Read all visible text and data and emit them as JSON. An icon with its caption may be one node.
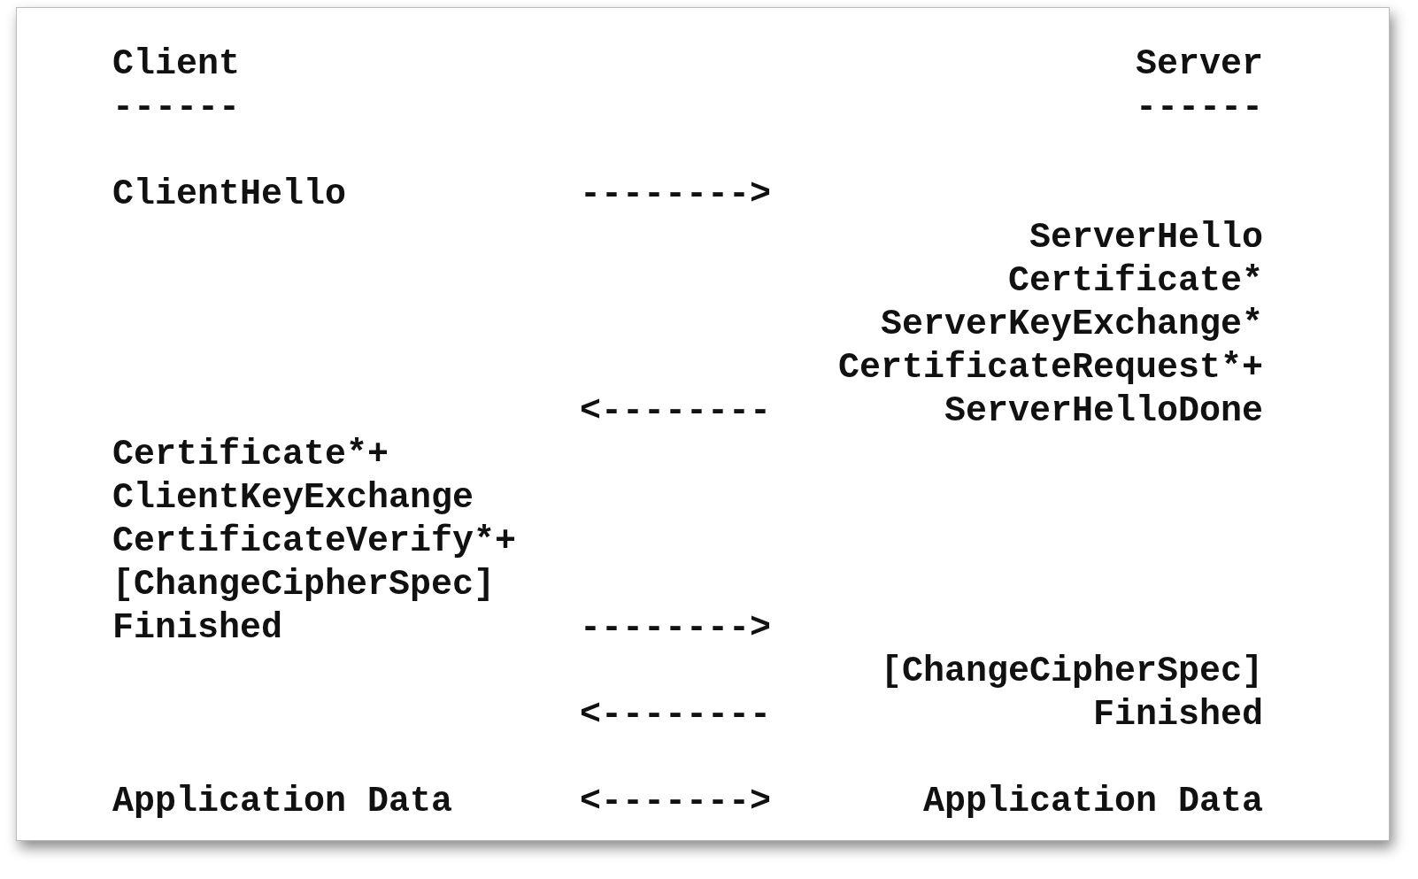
{
  "diagram": {
    "labels": [
      "Client",
      "Server",
      "------",
      "------",
      "ClientHello",
      "-------->",
      "ServerHello",
      "Certificate*",
      "ServerKeyExchange*",
      "CertificateRequest*+",
      "<--------",
      "ServerHelloDone",
      "Certificate*+",
      "ClientKeyExchange",
      "CertificateVerify*+",
      "[ChangeCipherSpec]",
      "Finished",
      "-------->",
      "[ChangeCipherSpec]",
      "<--------",
      "Finished",
      "Application Data",
      "<------->",
      "Application Data"
    ]
  }
}
